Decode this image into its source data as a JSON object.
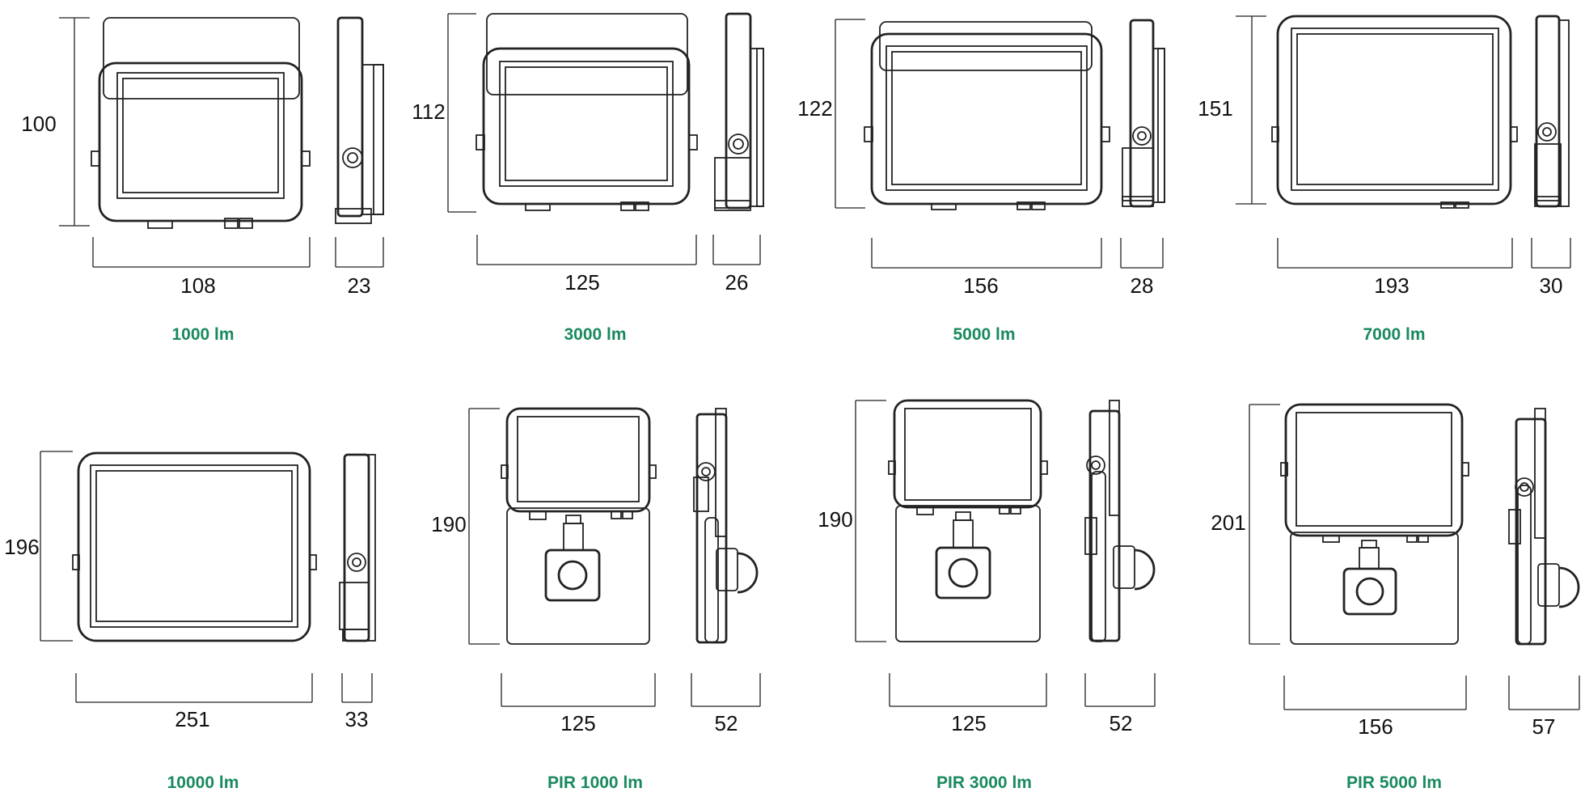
{
  "products": [
    {
      "caption": "1000 lm",
      "height": "100",
      "width": "108",
      "depth": "23",
      "pir": false
    },
    {
      "caption": "3000 lm",
      "height": "112",
      "width": "125",
      "depth": "26",
      "pir": false
    },
    {
      "caption": "5000 lm",
      "height": "122",
      "width": "156",
      "depth": "28",
      "pir": false
    },
    {
      "caption": "7000 lm",
      "height": "151",
      "width": "193",
      "depth": "30",
      "pir": false
    },
    {
      "caption": "10000 lm",
      "height": "196",
      "width": "251",
      "depth": "33",
      "pir": false
    },
    {
      "caption": "PIR 1000 lm",
      "height": "190",
      "width": "125",
      "depth": "52",
      "pir": true
    },
    {
      "caption": "PIR 3000 lm",
      "height": "190",
      "width": "125",
      "depth": "52",
      "pir": true
    },
    {
      "caption": "PIR 5000 lm",
      "height": "201",
      "width": "156",
      "depth": "57",
      "pir": true
    }
  ],
  "colors": {
    "caption": "#1a8a5e",
    "line": "#222222"
  }
}
